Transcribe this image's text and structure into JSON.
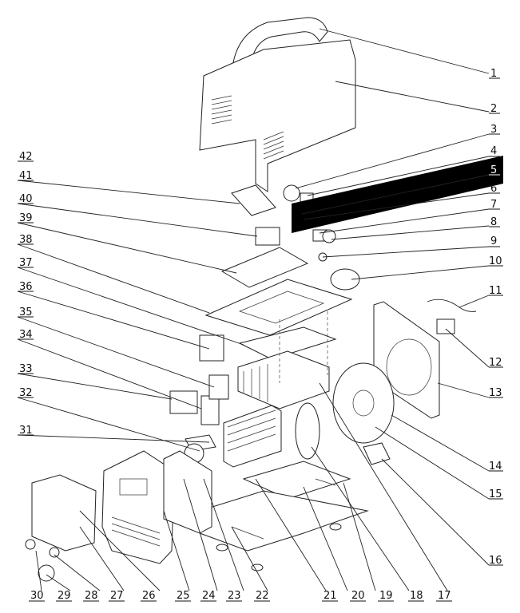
{
  "diagram": {
    "type": "exploded-parts-view",
    "callouts": [
      "1",
      "2",
      "3",
      "4",
      "5",
      "6",
      "7",
      "8",
      "9",
      "10",
      "11",
      "12",
      "13",
      "14",
      "15",
      "16",
      "17",
      "18",
      "19",
      "20",
      "21",
      "22",
      "23",
      "24",
      "25",
      "26",
      "27",
      "28",
      "29",
      "30",
      "31",
      "32",
      "33",
      "34",
      "35",
      "36",
      "37",
      "38",
      "39",
      "40",
      "41",
      "42"
    ],
    "highlighted_callout": "5",
    "highlight_color": "#000000"
  }
}
